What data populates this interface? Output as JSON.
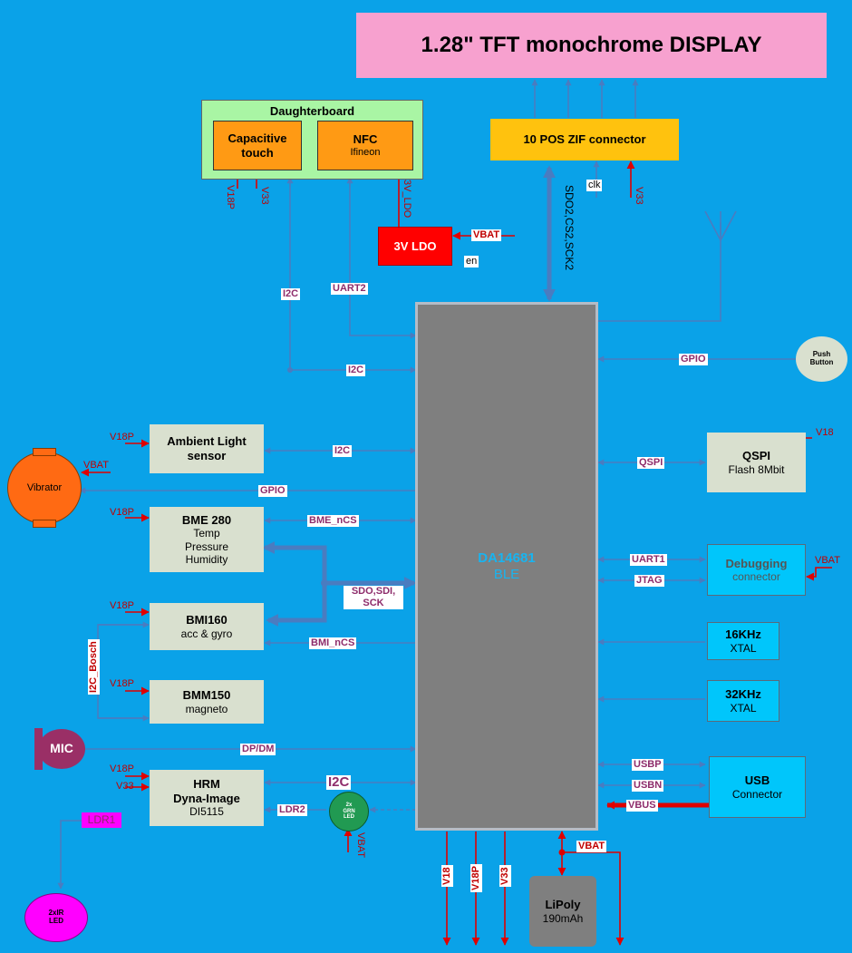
{
  "colors": {
    "background": "#0aa2e8",
    "display": "#f7a1cf",
    "zif": "#ffc20e",
    "daughterboard": "#a9f5a4",
    "orange": "#ff9a14",
    "sensor": "#d9e0cf",
    "chip": "#7f7f7f",
    "cyan": "#00c6fb",
    "ldo": "#ff0000",
    "power": "#e00000",
    "bus": "#4a7cc0",
    "label": "#8e2c6b",
    "mic": "#9a2f66",
    "led_green": "#219a52",
    "led_ir": "#ff00ff",
    "lipoly": "#7f7f7f"
  },
  "icons": {
    "antenna": "antenna-icon"
  },
  "display": {
    "title": "1.28\" TFT monochrome DISPLAY"
  },
  "zif": {
    "title": "10 POS ZIF connector",
    "clk": "clk",
    "v33": "V33",
    "bus": "SDO2,CS2,SCK2"
  },
  "daughterboard": {
    "title": "Daughterboard",
    "touch_line1": "Capacitive",
    "touch_line2": "touch",
    "nfc_title": "NFC",
    "nfc_sub": "Ifineon",
    "v18p": "V18P",
    "v33": "V33",
    "ldo_out": "3V_LDO"
  },
  "ldo": {
    "title": "3V LDO",
    "vbat": "VBAT",
    "en": "en"
  },
  "buses": {
    "i2c_vertical": "I2C",
    "uart2": "UART2",
    "i2c_to_chip": "I2C",
    "gpio_button": "GPIO"
  },
  "chip": {
    "name": "DA14681",
    "sub": "BLE"
  },
  "button": {
    "line1": "Push",
    "line2": "Button"
  },
  "ambient": {
    "line1": "Ambient Light",
    "line2": "sensor",
    "power": "V18P",
    "bus": "I2C"
  },
  "vibrator": {
    "label": "Vibrator",
    "power": "VBAT",
    "bus": "GPIO"
  },
  "bme": {
    "title": "BME 280",
    "line2": "Temp",
    "line3": "Pressure",
    "line4": "Humidity",
    "power": "V18P",
    "bus": "BME_nCS"
  },
  "spi": {
    "label_line1": "SDO,SDI,",
    "label_line2": "SCK"
  },
  "bmi": {
    "title": "BMI160",
    "sub": "acc & gyro",
    "power": "V18P",
    "bus": "BMI_nCS"
  },
  "bmm": {
    "title": "BMM150",
    "sub": "magneto",
    "power": "V18P"
  },
  "i2c_bosch": {
    "label": "I2C_Bosch"
  },
  "mic": {
    "label": "MIC",
    "bus": "DP/DM"
  },
  "hrm": {
    "title": "HRM",
    "line2": "Dyna-Image",
    "line3": "DI5115",
    "power1": "V18P",
    "power2": "V33",
    "bus": "I2C",
    "ldr2": "LDR2"
  },
  "grn_led": {
    "line1": "2x",
    "line2": "GRN",
    "line3": "LED",
    "power": "VBAT"
  },
  "ldr1": {
    "label": "LDR1"
  },
  "ir_led": {
    "line1": "2xIR",
    "line2": "LED"
  },
  "qspi": {
    "title": "QSPI",
    "sub": "Flash 8Mbit",
    "power": "V18",
    "bus": "QSPI"
  },
  "debug": {
    "title": "Debugging",
    "sub": "connector",
    "power": "VBAT",
    "uart": "UART1",
    "jtag": "JTAG"
  },
  "xtal16": {
    "title": "16KHz",
    "sub": "XTAL"
  },
  "xtal32": {
    "title": "32KHz",
    "sub": "XTAL"
  },
  "usb": {
    "title": "USB",
    "sub": "Connector",
    "usbp": "USBP",
    "usbn": "USBN",
    "vbus": "VBUS"
  },
  "power_out": {
    "v18": "V18",
    "v18p": "V18P",
    "v33": "V33",
    "vbat": "VBAT"
  },
  "lipoly": {
    "title": "LiPoly",
    "sub": "190mAh"
  }
}
